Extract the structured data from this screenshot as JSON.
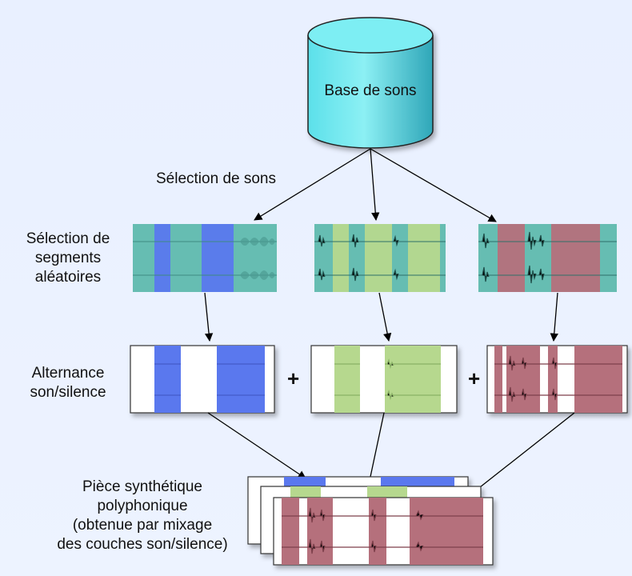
{
  "database_label": "Base de sons",
  "selection_label": "Sélection de sons",
  "segments_label": "Sélection de\nsegments\naléatoires",
  "alternance_label": "Alternance\nson/silence",
  "plus_symbol": "+",
  "piece_label": "Pièce synthétique\npolyphonique\n(obtenue par mixage\ndes couches son/silence)",
  "colors": {
    "blue": "#5a78ee",
    "green": "#b6d88e",
    "red": "#b5707c",
    "teal": "#66bdb2",
    "cylinder": "#4fd3df"
  }
}
